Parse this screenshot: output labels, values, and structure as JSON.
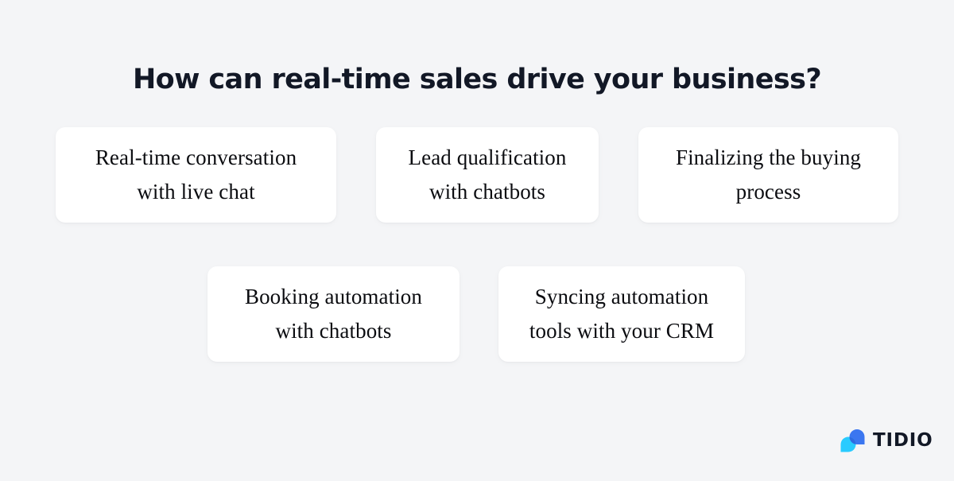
{
  "page": {
    "background_color": "#f4f5f7",
    "title": "How can real-time sales drive your business?",
    "title_color": "#121826"
  },
  "cards": [
    {
      "id": "real-time-conversation",
      "line1": "Real-time conversation",
      "line2": "with live chat",
      "text": "Real-time conversation with live chat",
      "background_color": "#ffffff",
      "text_color": "#0b0c10"
    },
    {
      "id": "lead-qualification",
      "line1": "Lead qualification",
      "line2": "with chatbots",
      "text": "Lead qualification with chatbots",
      "background_color": "#ffffff",
      "text_color": "#0b0c10"
    },
    {
      "id": "finalizing-buying-process",
      "line1": "Finalizing the buying",
      "line2": "process",
      "text": "Finalizing the buying process",
      "background_color": "#ffffff",
      "text_color": "#0b0c10"
    },
    {
      "id": "booking-automation",
      "line1": "Booking automation",
      "line2": "with chatbots",
      "text": "Booking automation with chatbots",
      "background_color": "#ffffff",
      "text_color": "#0b0c10"
    },
    {
      "id": "syncing-automation-crm",
      "line1": "Syncing automation",
      "line2": "tools with your CRM",
      "text": "Syncing automation tools with your CRM",
      "background_color": "#ffffff",
      "text_color": "#0b0c10"
    }
  ],
  "logo": {
    "icon_name": "tidio-chat-bubbles-icon",
    "wordmark": "TIDIO",
    "wordmark_color": "#121826",
    "color_cyan": "#1ec8ff",
    "color_blue": "#3b76f0",
    "color_overlap": "#2f6ae0"
  }
}
